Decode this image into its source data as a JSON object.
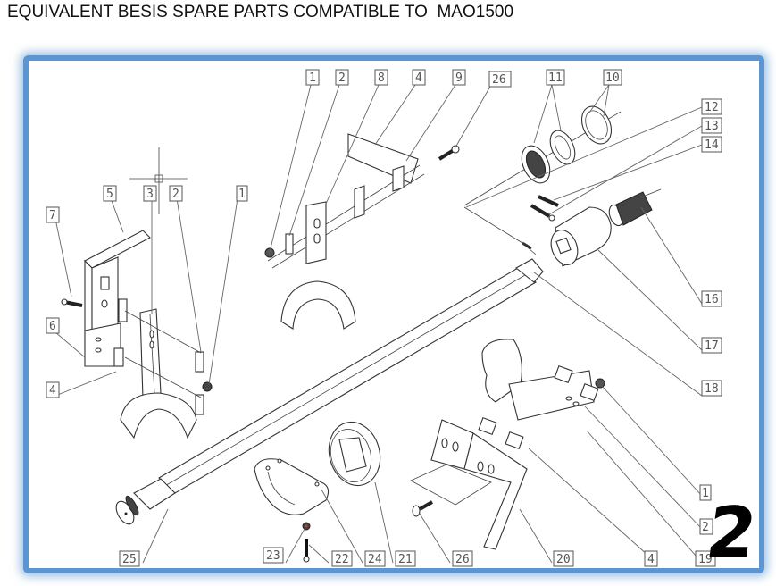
{
  "title": "EQUIVALENT BESIS SPARE PARTS COMPATIBLE TO  MAO1500",
  "page_number": "2",
  "frame_color": "#5b95d2",
  "callouts": [
    {
      "id": "c-top-1",
      "label": "1"
    },
    {
      "id": "c-top-2",
      "label": "2"
    },
    {
      "id": "c-top-8",
      "label": "8"
    },
    {
      "id": "c-top-4",
      "label": "4"
    },
    {
      "id": "c-top-9",
      "label": "9"
    },
    {
      "id": "c-top-26",
      "label": "26"
    },
    {
      "id": "c-11",
      "label": "11"
    },
    {
      "id": "c-10",
      "label": "10"
    },
    {
      "id": "c-12",
      "label": "12"
    },
    {
      "id": "c-13",
      "label": "13"
    },
    {
      "id": "c-14",
      "label": "14"
    },
    {
      "id": "c-5",
      "label": "5"
    },
    {
      "id": "c-3",
      "label": "3"
    },
    {
      "id": "c-left-2",
      "label": "2"
    },
    {
      "id": "c-left-1",
      "label": "1"
    },
    {
      "id": "c-7",
      "label": "7"
    },
    {
      "id": "c-6",
      "label": "6"
    },
    {
      "id": "c-left-4",
      "label": "4"
    },
    {
      "id": "c-16",
      "label": "16"
    },
    {
      "id": "c-17",
      "label": "17"
    },
    {
      "id": "c-18",
      "label": "18"
    },
    {
      "id": "c-right-1",
      "label": "1"
    },
    {
      "id": "c-right-2",
      "label": "2"
    },
    {
      "id": "c-19",
      "label": "19"
    },
    {
      "id": "c-right-4",
      "label": "4"
    },
    {
      "id": "c-20",
      "label": "20"
    },
    {
      "id": "c-bottom-26",
      "label": "26"
    },
    {
      "id": "c-21",
      "label": "21"
    },
    {
      "id": "c-24",
      "label": "24"
    },
    {
      "id": "c-22",
      "label": "22"
    },
    {
      "id": "c-23",
      "label": "23"
    },
    {
      "id": "c-25",
      "label": "25"
    }
  ]
}
